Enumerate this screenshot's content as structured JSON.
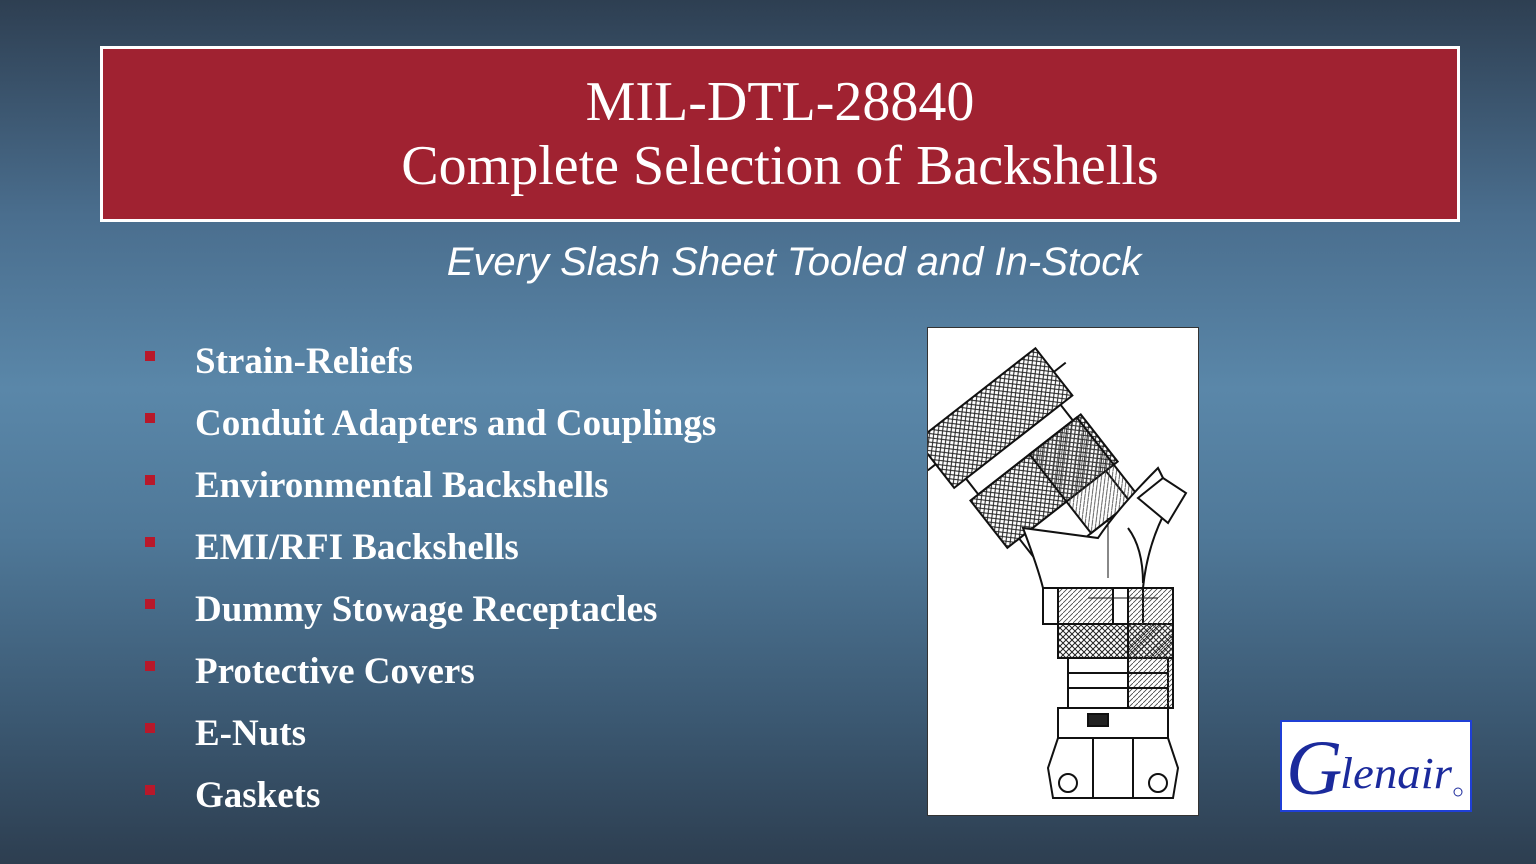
{
  "slide": {
    "title_line1": "MIL-DTL-28840",
    "title_line2": "Complete Selection of Backshells",
    "subtitle": "Every Slash Sheet Tooled and In-Stock",
    "bullets": [
      "Strain-Reliefs",
      "Conduit Adapters and Couplings",
      "Environmental Backshells",
      "EMI/RFI Backshells",
      "Dummy Stowage Receptacles",
      "Protective Covers",
      "E-Nuts",
      "Gaskets"
    ]
  },
  "logo": {
    "text": "Glenair",
    "colors": {
      "border": "#1f3fd6",
      "lettering": "#1b2a9c"
    }
  },
  "colors": {
    "title_background": "#a02231",
    "bullet_marker": "#b8182a",
    "text": "#ffffff"
  }
}
